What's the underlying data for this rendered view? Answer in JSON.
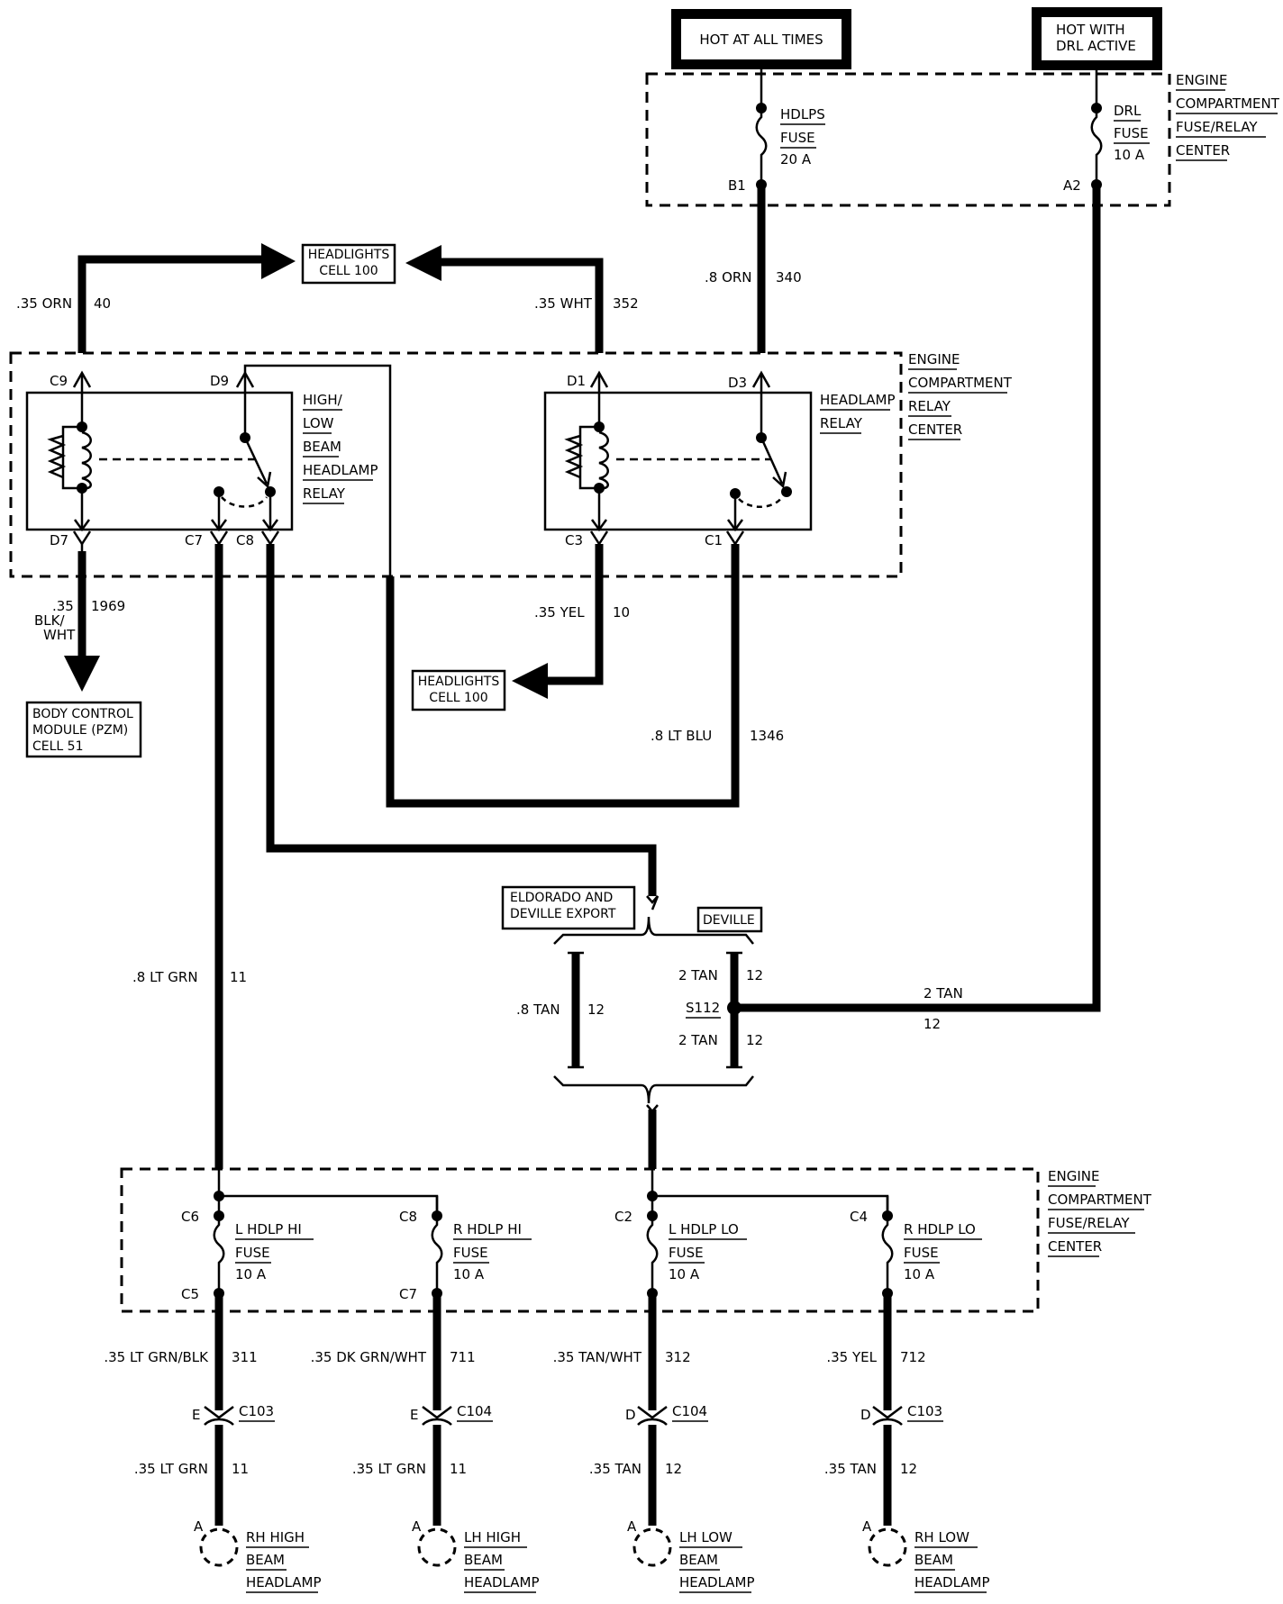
{
  "sources": {
    "hot_all_times": "HOT AT ALL TIMES",
    "hot_drl_line1": "HOT WITH",
    "hot_drl_line2": "DRL ACTIVE"
  },
  "fuse_center_top": {
    "label": [
      "ENGINE",
      "COMPARTMENT",
      "FUSE/RELAY",
      "CENTER"
    ],
    "hdlps_fuse": {
      "name": "HDLPS",
      "type": "FUSE",
      "rating": "20 A",
      "terminal": "B1"
    },
    "drl_fuse": {
      "name": "DRL",
      "type": "FUSE",
      "rating": "10 A",
      "terminal": "A2"
    }
  },
  "refs": {
    "headlights_a_line1": "HEADLIGHTS",
    "headlights_a_line2": "CELL 100",
    "headlights_b_line1": "HEADLIGHTS",
    "headlights_b_line2": "CELL 100",
    "bcm_line1": "BODY CONTROL",
    "bcm_line2": "MODULE (PZM)",
    "bcm_line3": "CELL 51"
  },
  "relay_center": {
    "label": [
      "ENGINE",
      "COMPARTMENT",
      "RELAY",
      "CENTER"
    ],
    "hilo_relay": {
      "label": [
        "HIGH/",
        "LOW",
        "BEAM",
        "HEADLAMP",
        "RELAY"
      ],
      "pins": [
        "C9",
        "D9",
        "D7",
        "C7",
        "C8"
      ]
    },
    "headlamp_relay": {
      "label": [
        "HEADLAMP",
        "RELAY"
      ],
      "pins": [
        "D1",
        "D3",
        "C3",
        "C1"
      ]
    }
  },
  "wires": {
    "w40": {
      "gauge": ".35 ORN",
      "circuit": "40"
    },
    "w352": {
      "gauge": ".35 WHT",
      "circuit": "352"
    },
    "w340": {
      "gauge": ".8 ORN",
      "circuit": "340"
    },
    "w1969": {
      "gauge_line1": ".35",
      "gauge_line2": "BLK/",
      "gauge_line3": "WHT",
      "circuit": "1969"
    },
    "w10": {
      "gauge": ".35 YEL",
      "circuit": "10"
    },
    "w1346": {
      "gauge": ".8 LT BLU",
      "circuit": "1346"
    },
    "w11": {
      "gauge": ".8 LT GRN",
      "circuit": "11"
    },
    "w12_tan": {
      "gauge": ".8 TAN",
      "circuit": "12"
    },
    "w12_2tan_a": {
      "gauge": "2 TAN",
      "circuit": "12"
    },
    "w12_2tan_b": {
      "gauge": "2 TAN",
      "circuit": "12"
    },
    "w12_2tan_c": {
      "gauge": "2 TAN",
      "circuit": "12"
    }
  },
  "splice": {
    "eldorado_line1": "ELDORADO AND",
    "eldorado_line2": "DEVILLE EXPORT",
    "deville": "DEVILLE",
    "splice_id": "S112"
  },
  "fuse_center_bottom": {
    "label": [
      "ENGINE",
      "COMPARTMENT",
      "FUSE/RELAY",
      "CENTER"
    ],
    "fuses": [
      {
        "in_pin": "C6",
        "name": "L HDLP HI",
        "type": "FUSE",
        "rating": "10 A",
        "out_pin": "C5"
      },
      {
        "in_pin": "C8",
        "name": "R HDLP HI",
        "type": "FUSE",
        "rating": "10 A",
        "out_pin": "C7"
      },
      {
        "in_pin": "C2",
        "name": "L HDLP LO",
        "type": "FUSE",
        "rating": "10 A",
        "out_pin": ""
      },
      {
        "in_pin": "C4",
        "name": "R HDLP LO",
        "type": "FUSE",
        "rating": "10 A",
        "out_pin": ""
      }
    ]
  },
  "branches": [
    {
      "gauge": ".35 LT GRN/BLK",
      "circuit": "311",
      "conn_pin": "E",
      "connector": "C103",
      "gauge2": ".35 LT GRN",
      "circuit2": "11",
      "lamp_pin": "A",
      "lamp": [
        "RH HIGH",
        "BEAM",
        "HEADLAMP"
      ]
    },
    {
      "gauge": ".35 DK GRN/WHT",
      "circuit": "711",
      "conn_pin": "E",
      "connector": "C104",
      "gauge2": ".35 LT GRN",
      "circuit2": "11",
      "lamp_pin": "A",
      "lamp": [
        "LH HIGH",
        "BEAM",
        "HEADLAMP"
      ]
    },
    {
      "gauge": ".35 TAN/WHT",
      "circuit": "312",
      "conn_pin": "D",
      "connector": "C104",
      "gauge2": ".35 TAN",
      "circuit2": "12",
      "lamp_pin": "A",
      "lamp": [
        "LH LOW",
        "BEAM",
        "HEADLAMP"
      ]
    },
    {
      "gauge": ".35 YEL",
      "circuit": "712",
      "conn_pin": "D",
      "connector": "C103",
      "gauge2": ".35 TAN",
      "circuit2": "12",
      "lamp_pin": "A",
      "lamp": [
        "RH LOW",
        "BEAM",
        "HEADLAMP"
      ]
    }
  ]
}
